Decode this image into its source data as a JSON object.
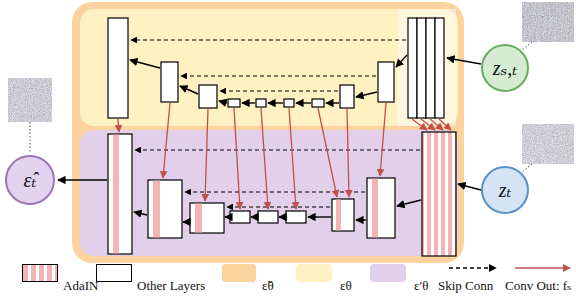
{
  "diagram": {
    "nodes": [
      {
        "text": [
          "zₛ,ₜ"
        ]
      },
      {
        "text": [
          "ε̂ₜ"
        ]
      },
      {
        "text": [
          "zₜ"
        ]
      }
    ],
    "legend": [
      {
        "text": "AdaIN",
        "color": "#f4b3b5"
      },
      {
        "text": "Other Layers",
        "color": "#ffffff"
      },
      {
        "text": "ε̃θ",
        "color": "#fcd39f"
      },
      {
        "text": "εθ",
        "color": "#fff1c2"
      },
      {
        "text": "ε′θ",
        "color": "#e2d0ea"
      },
      {
        "text": "Skip Conn"
      },
      {
        "text": "Conv Out: fₛ"
      }
    ]
  }
}
